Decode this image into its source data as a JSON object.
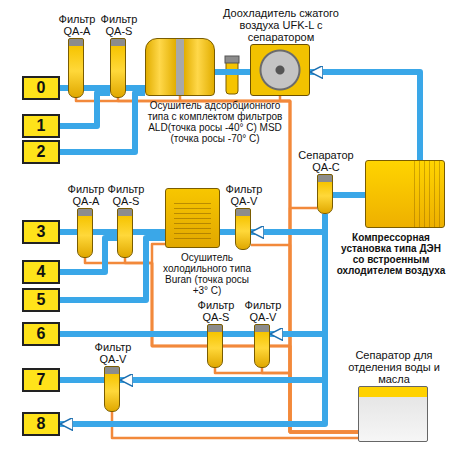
{
  "diagram": {
    "nodes": [
      {
        "text": [
          "0"
        ]
      },
      {
        "text": [
          "1"
        ]
      },
      {
        "text": [
          "2"
        ]
      },
      {
        "text": [
          "3"
        ]
      },
      {
        "text": [
          "4"
        ]
      },
      {
        "text": [
          "5"
        ]
      },
      {
        "text": [
          "6"
        ]
      },
      {
        "text": [
          "7"
        ]
      },
      {
        "text": [
          "8"
        ]
      },
      {
        "text": [
          "Фильтр QA-A"
        ]
      },
      {
        "text": [
          "Фильтр QA-S"
        ]
      },
      {
        "text": [
          "Осушитель адсорбционного типа с комплектом фильтров ALD(точка росы -40° C) MSD (точка росы -70° C)"
        ]
      },
      {
        "text": [
          "Доохладитель сжатого воздуха UFK-L с сепаратором"
        ]
      },
      {
        "text": [
          "Сепаратор QA-C"
        ]
      },
      {
        "text": [
          "Компрессорная установка типа ДЭН со встроенным охлодителем воздуха"
        ]
      },
      {
        "text": [
          "Фильтр QA-A"
        ]
      },
      {
        "text": [
          "Фильтр QA-S"
        ]
      },
      {
        "text": [
          "Осушитель холодильного типа Buran (точка росы +3° C)"
        ]
      },
      {
        "text": [
          "Фильтр QA-V"
        ]
      },
      {
        "text": [
          "Фильтр QA-S"
        ]
      },
      {
        "text": [
          "Фильтр QA-V"
        ]
      },
      {
        "text": [
          "Фильтр QA-V"
        ]
      },
      {
        "text": [
          "Сепаратор для отделения воды и масла"
        ]
      }
    ],
    "edges": [
      {
        "from": 14,
        "to": 12,
        "arrow": "to"
      },
      {
        "from": 12,
        "to": 11,
        "arrow": "none"
      },
      {
        "from": 11,
        "to": 10,
        "arrow": "none"
      },
      {
        "from": 10,
        "to": 9,
        "arrow": "none"
      },
      {
        "from": 9,
        "to": 0,
        "arrow": "none"
      },
      {
        "from": 10,
        "to": 1,
        "arrow": "none"
      },
      {
        "from": 11,
        "to": 2,
        "arrow": "none"
      },
      {
        "from": 14,
        "to": 13,
        "arrow": "none"
      },
      {
        "from": 13,
        "to": 18,
        "arrow": "to"
      },
      {
        "from": 18,
        "to": 17,
        "arrow": "none"
      },
      {
        "from": 17,
        "to": 16,
        "arrow": "none"
      },
      {
        "from": 16,
        "to": 15,
        "arrow": "none"
      },
      {
        "from": 15,
        "to": 3,
        "arrow": "none"
      },
      {
        "from": 16,
        "to": 4,
        "arrow": "none"
      },
      {
        "from": 17,
        "to": 5,
        "arrow": "none"
      },
      {
        "from": 13,
        "to": 20,
        "arrow": "to"
      },
      {
        "from": 20,
        "to": 19,
        "arrow": "none"
      },
      {
        "from": 19,
        "to": 6,
        "arrow": "none"
      },
      {
        "from": 13,
        "to": 21,
        "arrow": "to"
      },
      {
        "from": 21,
        "to": 7,
        "arrow": "none"
      },
      {
        "from": 13,
        "to": 8,
        "arrow": "to"
      },
      {
        "from": 9,
        "to": 22,
        "arrow": "none"
      },
      {
        "from": 10,
        "to": 22,
        "arrow": "none"
      },
      {
        "from": 11,
        "to": 22,
        "arrow": "none"
      },
      {
        "from": 12,
        "to": 22,
        "arrow": "none"
      },
      {
        "from": 13,
        "to": 22,
        "arrow": "none"
      },
      {
        "from": 15,
        "to": 22,
        "arrow": "none"
      },
      {
        "from": 16,
        "to": 22,
        "arrow": "none"
      },
      {
        "from": 17,
        "to": 22,
        "arrow": "none"
      },
      {
        "from": 18,
        "to": 22,
        "arrow": "none"
      },
      {
        "from": 19,
        "to": 22,
        "arrow": "none"
      },
      {
        "from": 20,
        "to": 22,
        "arrow": "none"
      },
      {
        "from": 21,
        "to": 22,
        "arrow": "none"
      }
    ]
  }
}
